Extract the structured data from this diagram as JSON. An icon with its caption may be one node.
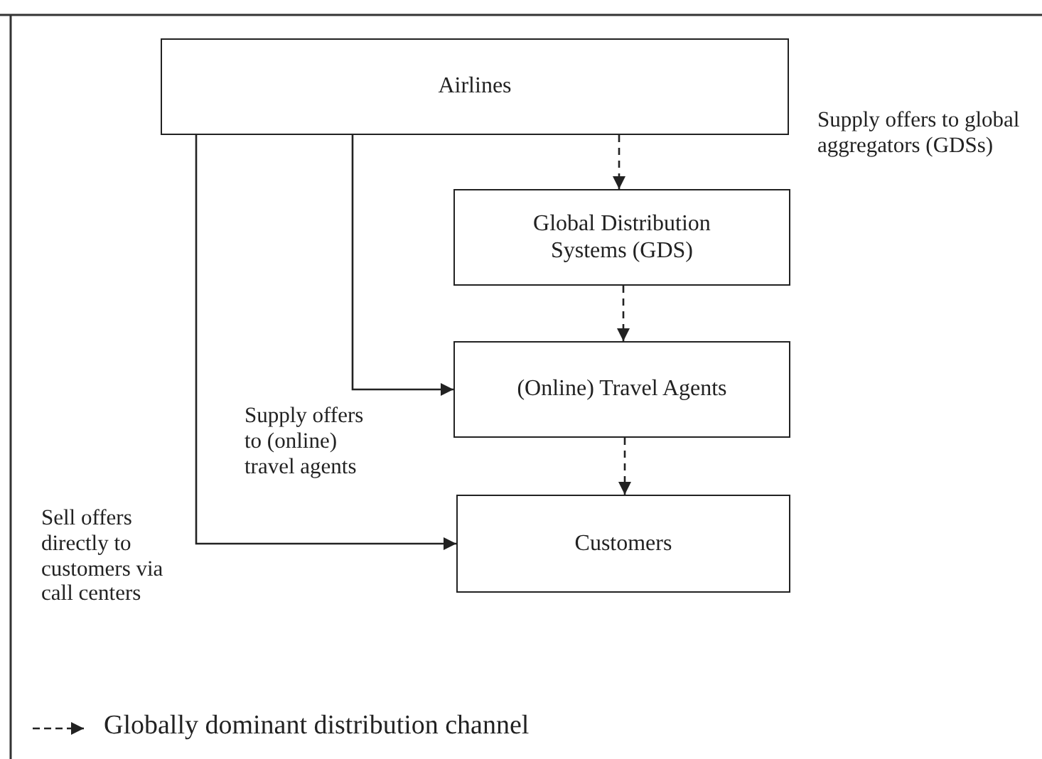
{
  "diagram": {
    "nodes": [
      {
        "text": [
          "Airlines"
        ]
      },
      {
        "text": [
          "Global Distribution Systems (GDS)"
        ]
      },
      {
        "text": [
          "(Online) Travel Agents"
        ]
      },
      {
        "text": [
          "Customers"
        ]
      }
    ],
    "edges": [
      {
        "from": 0,
        "to": 1,
        "arrow": "to",
        "style": "dashed"
      },
      {
        "from": 1,
        "to": 2,
        "arrow": "to",
        "style": "dashed"
      },
      {
        "from": 2,
        "to": 3,
        "arrow": "to",
        "style": "dashed"
      },
      {
        "from": 0,
        "to": 2,
        "arrow": "to"
      },
      {
        "from": 0,
        "to": 3,
        "arrow": "to"
      }
    ],
    "labels": [
      "Supply offers to global aggregators (GDSs)",
      "Supply offers to (online) travel agents",
      "Sell offers directly to customers via call centers"
    ],
    "legend": [
      {
        "text": "Globally dominant distribution channel"
      }
    ]
  }
}
